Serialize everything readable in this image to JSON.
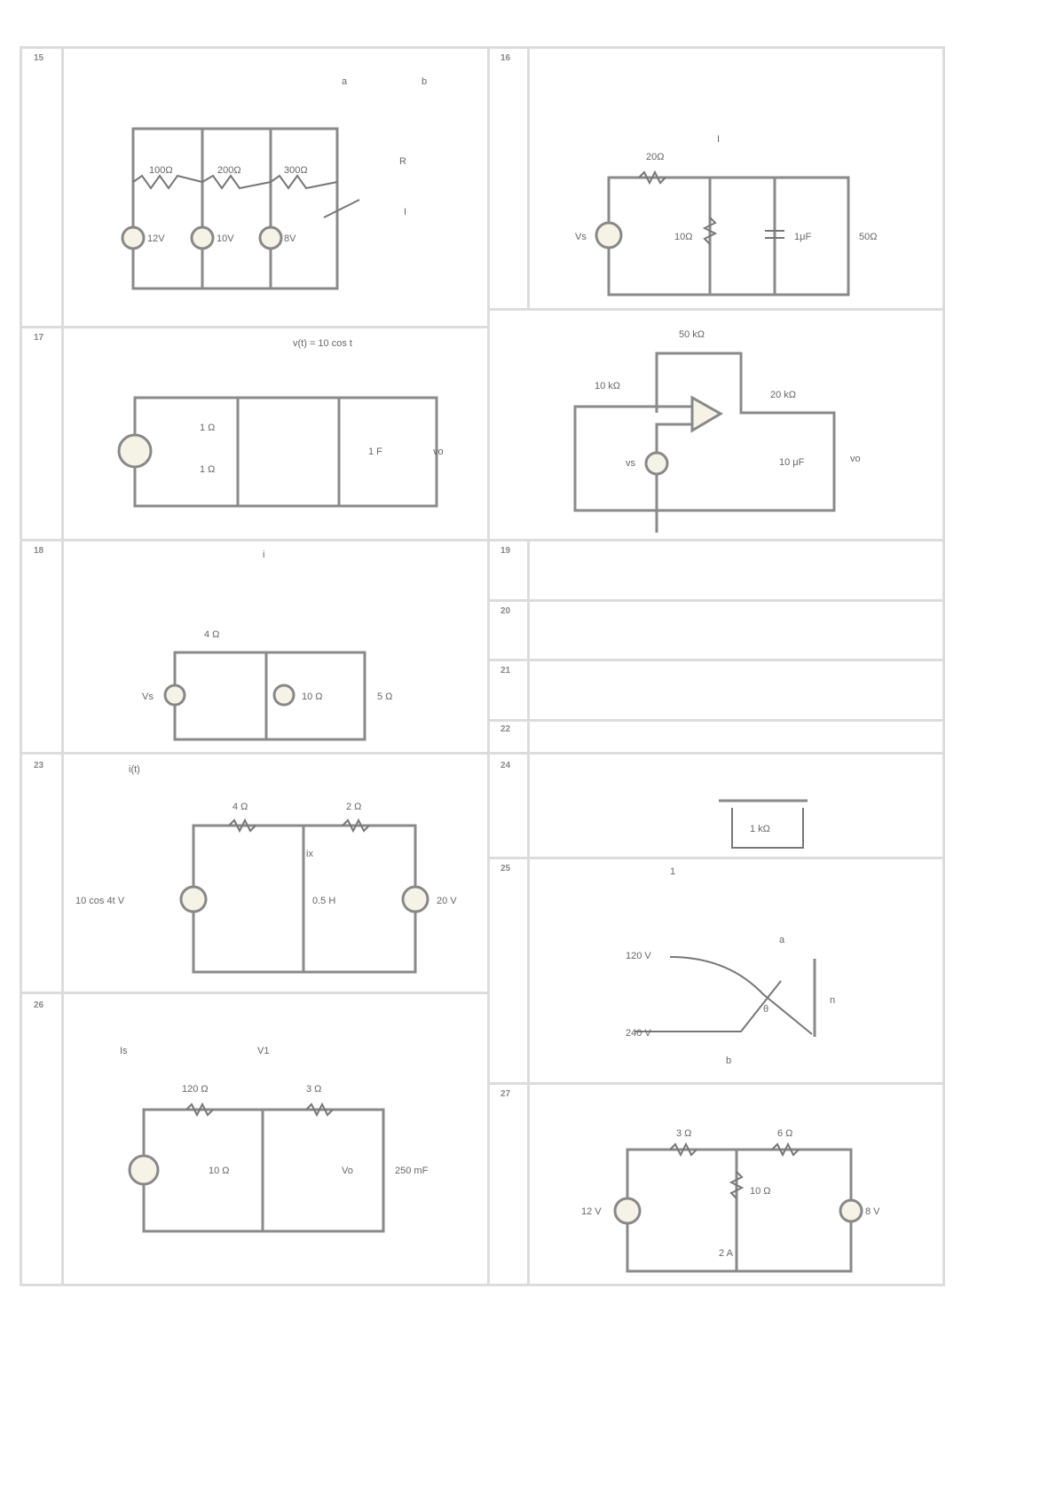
{
  "problems": [
    {
      "number": "15",
      "labels": [
        "a",
        "b",
        "100Ω",
        "200Ω",
        "300Ω",
        "12V",
        "10V",
        "8V",
        "R",
        "I"
      ]
    },
    {
      "number": "16",
      "labels": [
        "20Ω",
        "10Ω",
        "1μF",
        "50Ω",
        "Vs",
        "I"
      ]
    },
    {
      "number": "17",
      "labels": [
        "v(t) = 10 cos t",
        "1 Ω",
        "1 Ω",
        "1 F",
        "vo"
      ]
    },
    {
      "number": "",
      "labels": [
        "50 kΩ",
        "10 kΩ",
        "20 kΩ",
        "10 μF",
        "vs",
        "vo"
      ]
    },
    {
      "number": "18",
      "labels": [
        "4 Ω",
        "Vs",
        "10 Ω",
        "5 Ω",
        "i"
      ]
    },
    {
      "number": "19",
      "labels": []
    },
    {
      "number": "20",
      "labels": []
    },
    {
      "number": "21",
      "labels": []
    },
    {
      "number": "22",
      "labels": []
    },
    {
      "number": "23",
      "labels": [
        "i(t)",
        "4 Ω",
        "2 Ω",
        "10 cos 4t V",
        "0.5 H",
        "20 V",
        "ix"
      ]
    },
    {
      "number": "24",
      "labels": [
        "1 kΩ"
      ]
    },
    {
      "number": "25",
      "labels": [
        "120 V",
        "240 V",
        "θ",
        "a",
        "b",
        "n"
      ]
    },
    {
      "number": "26",
      "labels": [
        "Is",
        "V1",
        "120 Ω",
        "3 Ω",
        "10 Ω",
        "250 mF",
        "Vo"
      ]
    },
    {
      "number": "27",
      "labels": [
        "3 Ω",
        "6 Ω",
        "12 V",
        "10 Ω",
        "2 A",
        "8 V"
      ]
    }
  ]
}
